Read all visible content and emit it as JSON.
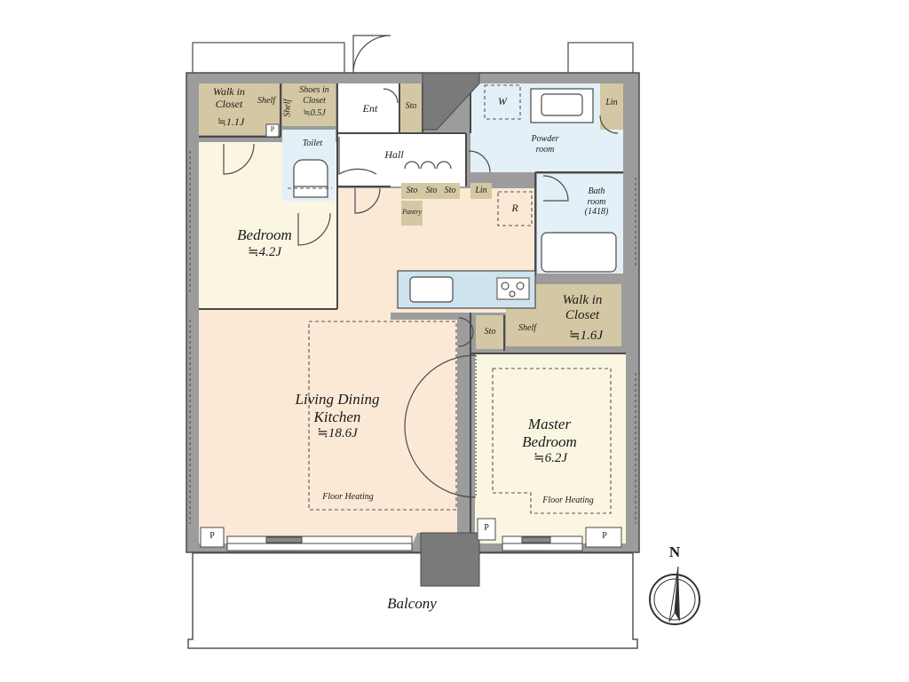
{
  "rooms": {
    "walk_in_closet_nw": {
      "name": "Walk in\nCloset",
      "size": "≒1.1J",
      "shelf": "Shelf"
    },
    "shoes_in_closet": {
      "name": "Shoes in\nCloset",
      "size": "≒0.5J",
      "shelf": "Shelf"
    },
    "entrance": {
      "name": "Ent"
    },
    "storage_ent": {
      "name": "Sto"
    },
    "toilet": {
      "name": "Toilet"
    },
    "hall": {
      "name": "Hall"
    },
    "laundry": {
      "name": "W"
    },
    "linen_powder": {
      "name": "Lin"
    },
    "powder_room": {
      "name": "Powder\nroom"
    },
    "bath_room": {
      "name": "Bath\nroom\n(1418)"
    },
    "storage_hall": [
      "Sto",
      "Sto",
      "Sto"
    ],
    "linen_hall": {
      "name": "Lin"
    },
    "pantry": {
      "name": "Pantry"
    },
    "refrigerator": {
      "name": "R"
    },
    "bedroom": {
      "name": "Bedroom",
      "size": "≒4.2J"
    },
    "walk_in_closet_se": {
      "name": "Walk in\nCloset",
      "size": "≒1.6J",
      "shelf": "Shelf"
    },
    "storage_ldk": {
      "name": "Sto"
    },
    "ldk": {
      "name": "Living Dining\nKitchen",
      "size": "≒18.6J",
      "heating": "Floor Heating"
    },
    "master_bedroom": {
      "name": "Master\nBedroom",
      "size": "≒6.2J",
      "heating": "Floor Heating"
    },
    "balcony": {
      "name": "Balcony"
    }
  },
  "pipe_space_label": "P",
  "compass": {
    "label": "N"
  },
  "colors": {
    "wall": "#9c9c9c",
    "wall_edge": "#4a4a4a",
    "living": "#fbe9d6",
    "bedroom": "#fbf6e2",
    "closet": "#d4c8a4",
    "wet_area": "#e3f0f7",
    "kitchen_counter": "#cfe3ee",
    "dark_block": "#7a7a7a"
  }
}
